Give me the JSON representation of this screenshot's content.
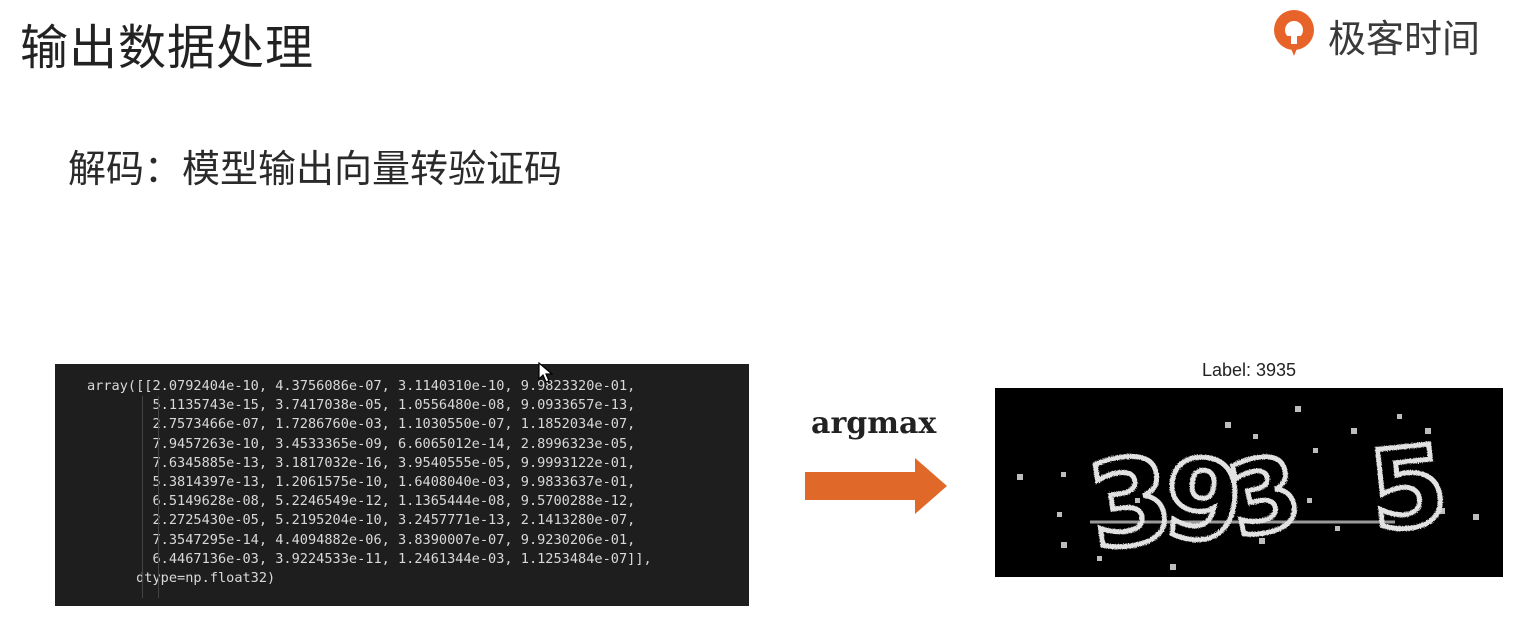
{
  "slide": {
    "title": "输出数据处理",
    "subtitle": "解码：模型输出向量转验证码"
  },
  "logo": {
    "text": "极客时间",
    "brand_color": "#e8632a",
    "icon": "geektime-logo-icon"
  },
  "code_output": {
    "lines": [
      "array([[2.0792404e-10, 4.3756086e-07, 3.1140310e-10, 9.9823320e-01,",
      "        5.1135743e-15, 3.7417038e-05, 1.0556480e-08, 9.0933657e-13,",
      "        2.7573466e-07, 1.7286760e-03, 1.1030550e-07, 1.1852034e-07,",
      "        7.9457263e-10, 3.4533365e-09, 6.6065012e-14, 2.8996323e-05,",
      "        7.6345885e-13, 3.1817032e-16, 3.9540555e-05, 9.9993122e-01,",
      "        5.3814397e-13, 1.2061575e-10, 1.6408040e-03, 9.9833637e-01,",
      "        6.5149628e-08, 5.2246549e-12, 1.1365444e-08, 9.5700288e-12,",
      "        2.2725430e-05, 5.2195204e-10, 3.2457771e-13, 2.1413280e-07,",
      "        7.3547295e-14, 4.4094882e-06, 3.8390007e-07, 9.9230206e-01,",
      "        6.4467136e-03, 3.9224533e-11, 1.2461344e-03, 1.1253484e-07]],",
      "      dtype=np.float32)"
    ]
  },
  "operation": {
    "label": "argmax",
    "arrow_color": "#e0692a"
  },
  "captcha_image": {
    "caption": "Label: 3935",
    "glyphs": [
      "3",
      "9",
      "3",
      "5"
    ]
  }
}
